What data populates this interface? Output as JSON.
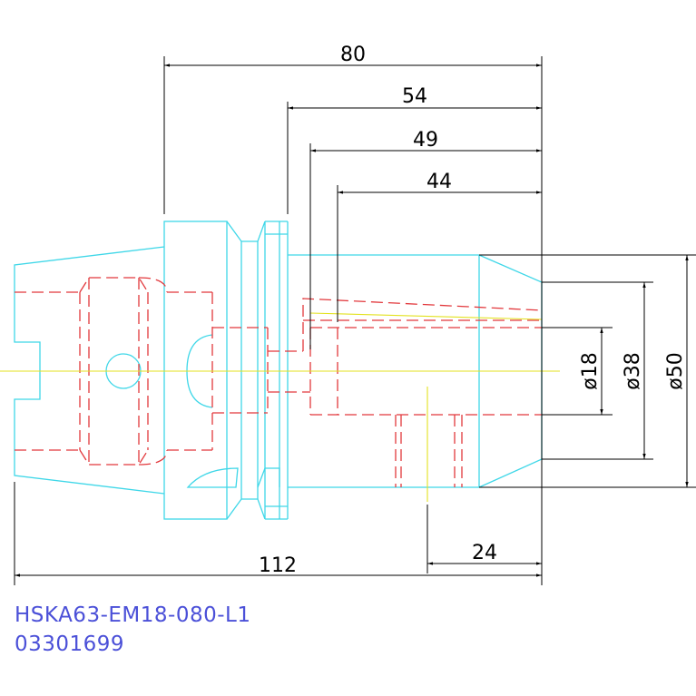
{
  "dimensions": {
    "len_80": "80",
    "len_54": "54",
    "len_49": "49",
    "len_44": "44",
    "dia_18": "ø18",
    "dia_38": "ø38",
    "dia_50": "ø50",
    "len_112": "112",
    "len_24": "24"
  },
  "labels": {
    "part_number": "HSKA63-EM18-080-L1",
    "article_number": "03301699"
  },
  "colors": {
    "outline": "#3fd7e8",
    "hidden": "#e2383c",
    "centerline": "#e3e21f",
    "dimension": "#000000",
    "label": "#4b50d8"
  }
}
